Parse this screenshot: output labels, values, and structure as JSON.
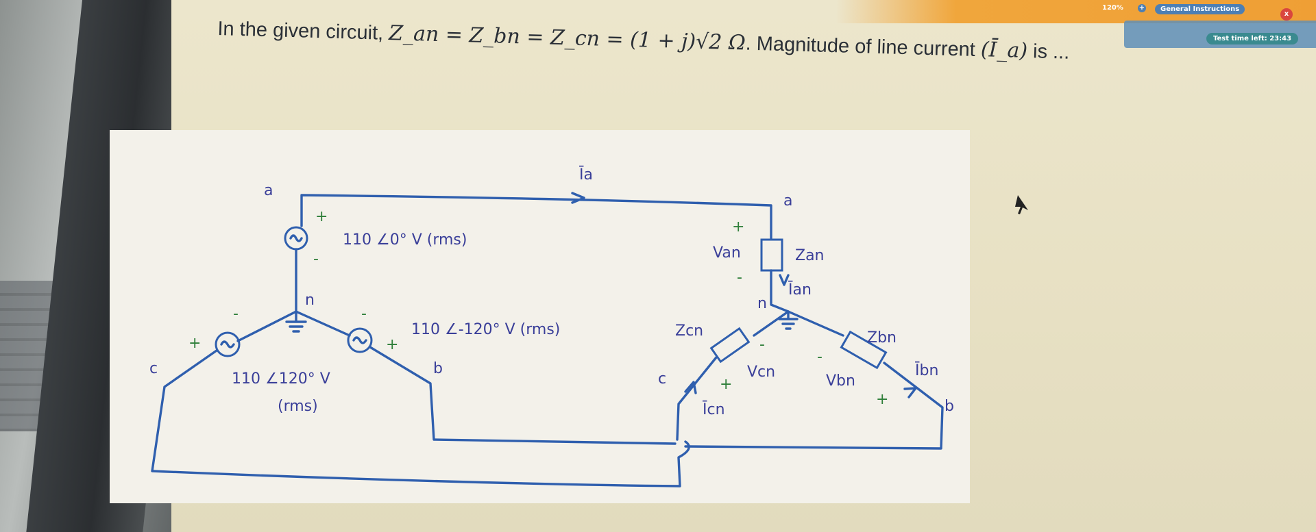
{
  "header": {
    "zoom": "120%",
    "plus": "+",
    "instructions_label": "General Instructions",
    "close_label": "x",
    "timer": "Test time left: 23:43"
  },
  "question": {
    "prefix": "In the given circuit,",
    "impedance_expr": "Z_an = Z_bn = Z_cn = (1 + j)√2 Ω",
    "middle": ". Magnitude of line current",
    "current_symbol": "(Ī_a)",
    "suffix": "is ..."
  },
  "figure": {
    "source_nodes": {
      "a": "a",
      "n": "n",
      "b": "b",
      "c": "c"
    },
    "source_labels": {
      "va": "110 ∠0° V (rms)",
      "vb": "110 ∠-120° V (rms)",
      "vc_line1": "110 ∠120° V",
      "vc_line2": "(rms)"
    },
    "source_polarity": {
      "plus": "+",
      "minus": "-"
    },
    "line_current": "Īa",
    "load_nodes": {
      "a": "a",
      "n": "n",
      "b": "b",
      "c": "c"
    },
    "load_labels": {
      "van": "Van",
      "zan": "Zan",
      "ian": "Īan",
      "zcn": "Zcn",
      "zbn": "Zbn",
      "vcn": "Vcn",
      "vbn": "Vbn",
      "ibn": "Ībn",
      "icn": "Īcn"
    }
  },
  "colors": {
    "wire": "#2f5fae",
    "handwriting": "#3a3f99",
    "header_orange": "#f0a63c",
    "timer_teal": "#3a8a8f",
    "close_red": "#d9463e"
  }
}
